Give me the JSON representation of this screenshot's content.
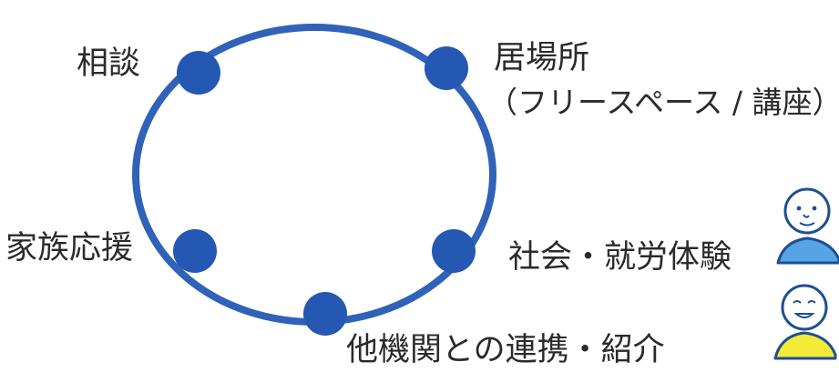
{
  "colors": {
    "ring": "#2f62b8",
    "node": "#2558b2",
    "text": "#2b2b2b",
    "person_top_fill": "#56a3e6",
    "person_bottom_fill": "#f4ea38",
    "person_outline": "#1e4f92"
  },
  "nodes": [
    {
      "id": "consultation",
      "label": "相談"
    },
    {
      "id": "place",
      "label": "居場所",
      "sublabel": "（フリースペース / 講座）"
    },
    {
      "id": "family",
      "label": "家族応援"
    },
    {
      "id": "social",
      "label": "社会・就労体験"
    },
    {
      "id": "linkage",
      "label": "他機関との連携・紹介"
    }
  ],
  "people": [
    {
      "name": "person-blue-icon",
      "expression": "smiling"
    },
    {
      "name": "person-yellow-icon",
      "expression": "happy"
    }
  ]
}
